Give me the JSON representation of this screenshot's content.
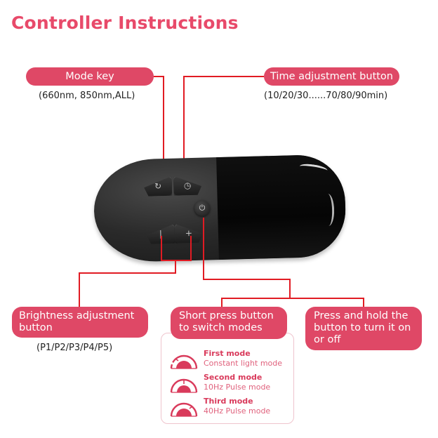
{
  "title": "Controller Instructions",
  "colors": {
    "title": "#e84a6a",
    "callout_fill": "#df4866",
    "connector_line": "#e11b23",
    "mode_box_border": "#efc4cd",
    "remote_body": "#2a2a2a"
  },
  "callouts": {
    "mode_key": {
      "label": "Mode key",
      "detail": "(660nm, 850nm,ALL)"
    },
    "time_adjustment": {
      "label": "Time adjustment button",
      "detail": "(10/20/30......70/80/90min)"
    },
    "brightness_adjustment": {
      "label": "Brightness adjustment button",
      "detail": "(P1/P2/P3/P4/P5)"
    },
    "short_press": {
      "label": "Short press button to switch modes"
    },
    "press_hold": {
      "label": "Press and hold the button to turn it on or off"
    }
  },
  "remote": {
    "buttons": {
      "mode": {
        "icon": "cycle-icon",
        "glyph": "↻"
      },
      "time": {
        "icon": "clock-icon",
        "glyph": "◷"
      },
      "power": {
        "icon": "power-icon",
        "glyph": "⏻"
      },
      "minus": {
        "icon": "minus-icon",
        "glyph": "|"
      },
      "plus": {
        "icon": "plus-icon",
        "glyph": "+"
      }
    }
  },
  "modes": [
    {
      "name": "First mode",
      "description": "Constant light mode",
      "icon": "gauge-low-icon"
    },
    {
      "name": "Second mode",
      "description": "10Hz Pulse mode",
      "icon": "gauge-mid-icon"
    },
    {
      "name": "Third mode",
      "description": "40Hz Pulse mode",
      "icon": "gauge-high-icon"
    }
  ]
}
